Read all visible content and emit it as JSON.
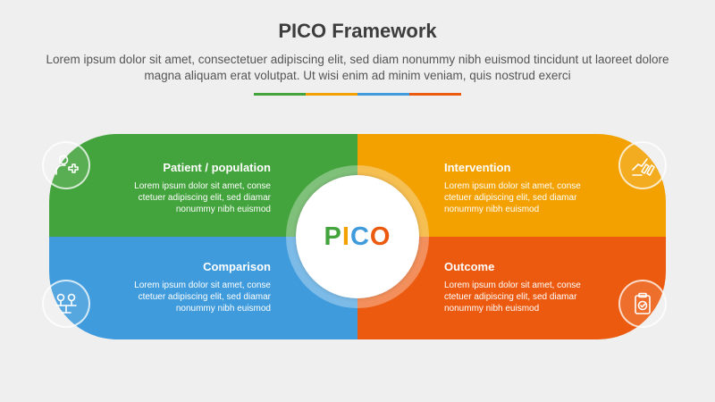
{
  "header": {
    "title": "PICO Framework",
    "subtitle": "Lorem ipsum dolor sit amet, consectetuer adipiscing elit, sed diam nonummy nibh euismod tincidunt ut laoreet dolore magna aliquam erat volutpat. Ut wisi enim ad minim veniam, quis nostrud exerci"
  },
  "center": {
    "letters": [
      "P",
      "I",
      "C",
      "O"
    ]
  },
  "colors": {
    "green": "#43a33c",
    "orange": "#f2a100",
    "blue": "#3f9bdc",
    "red": "#ec5a0f"
  },
  "quadrants": [
    {
      "heading": "Patient / population",
      "lines": [
        "Lorem ipsum dolor sit amet, conse",
        "ctetuer adipiscing elit, sed diamar",
        "nonummy nibh euismod"
      ],
      "icon": "patient-add-icon"
    },
    {
      "heading": "Intervention",
      "lines": [
        "Lorem ipsum dolor sit amet, conse",
        "ctetuer adipiscing elit, sed diamar",
        "nonummy nibh euismod"
      ],
      "icon": "hand-pills-icon"
    },
    {
      "heading": "Comparison",
      "lines": [
        "Lorem ipsum dolor sit amet, conse",
        "ctetuer adipiscing elit, sed diamar",
        "nonummy nibh euismod"
      ],
      "icon": "balance-scale-icon"
    },
    {
      "heading": "Outcome",
      "lines": [
        "Lorem ipsum dolor sit amet, conse",
        "ctetuer adipiscing elit, sed diamar",
        "nonummy nibh euismod"
      ],
      "icon": "clipboard-check-icon"
    }
  ]
}
